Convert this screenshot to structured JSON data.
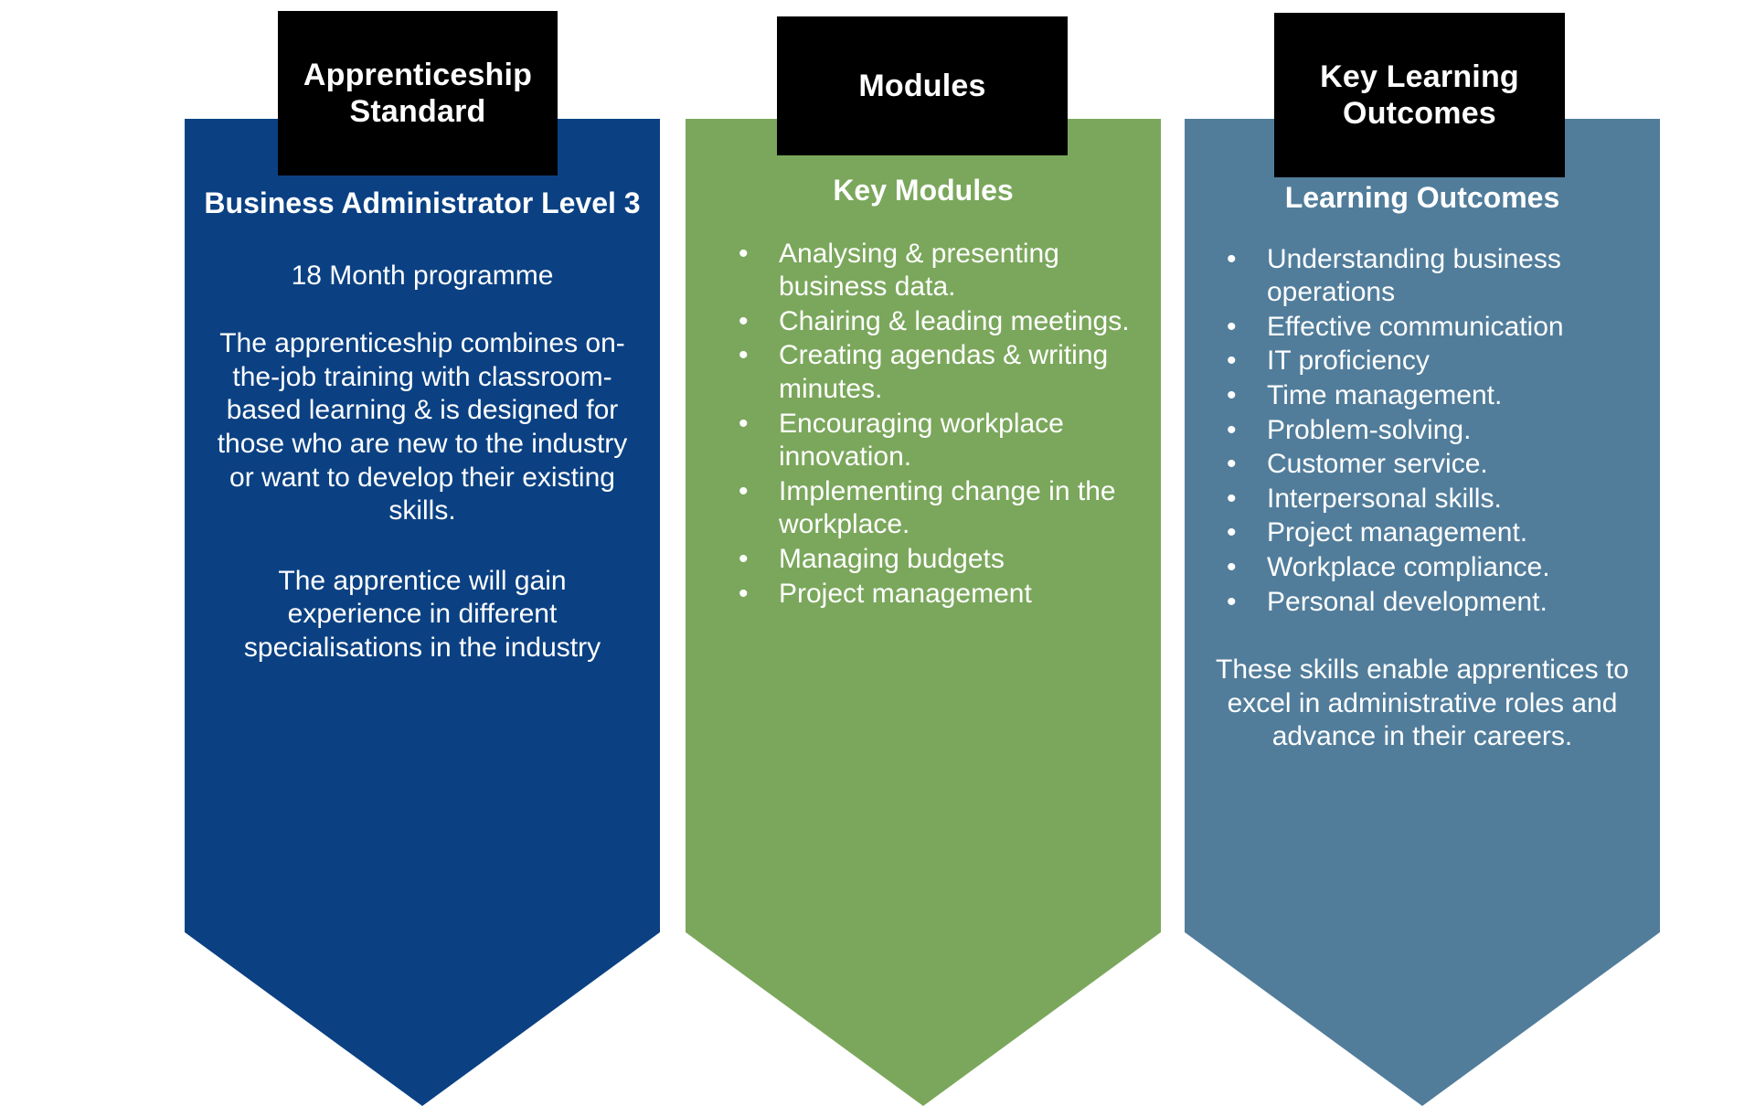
{
  "columns": [
    {
      "plate_label": "Apprenticeship Standard",
      "plate_line1": "Apprenticeship",
      "plate_line2": "Standard",
      "heading": "Business Administrator Level 3",
      "intro": "18 Month programme",
      "body": "The apprenticeship combines on-the-job training with classroom-based learning & is designed for those who are new to the industry or want to develop their existing skills.",
      "gain": "The apprentice will gain experience in different specialisations in the industry",
      "color": "#0b4183"
    },
    {
      "plate_label": "Modules",
      "heading": "Key Modules",
      "bullets": [
        "Analysing & presenting business data.",
        "Chairing & leading meetings.",
        "Creating agendas & writing minutes.",
        "Encouraging workplace innovation.",
        "Implementing change in the workplace.",
        "Managing budgets",
        "Project management"
      ],
      "color": "#7ba75c"
    },
    {
      "plate_label": "Key Learning Outcomes",
      "plate_line1": "Key Learning",
      "plate_line2": "Outcomes",
      "heading": "Learning Outcomes",
      "bullets": [
        "Understanding business operations",
        "Effective communication",
        "IT proficiency",
        "Time management.",
        "Problem-solving.",
        "Customer service.",
        "Interpersonal skills.",
        "Project management.",
        "Workplace compliance.",
        "Personal development."
      ],
      "conclusion": "These skills enable apprentices to excel in administrative roles and advance in their careers.",
      "color": "#517d9b"
    }
  ],
  "bullet_glyph": "•"
}
